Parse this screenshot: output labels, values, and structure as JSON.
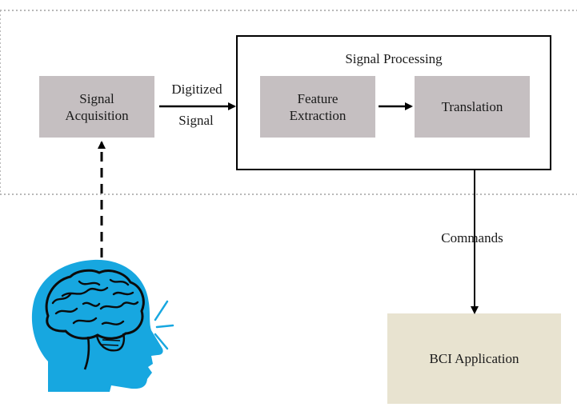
{
  "diagram": {
    "signal_acquisition": {
      "line1": "Signal",
      "line2": "Acquisition"
    },
    "digitized_signal": {
      "line1": "Digitized",
      "line2": "Signal"
    },
    "signal_processing": {
      "title": "Signal Processing",
      "feature_extraction": {
        "line1": "Feature",
        "line2": "Extraction"
      },
      "translation": "Translation"
    },
    "commands": "Commands",
    "bci_application": "BCI Application"
  },
  "colors": {
    "block_gray": "#c5bfc1",
    "block_beige": "#e8e3d0",
    "head_blue": "#17a7e0",
    "brain_outline": "#0b0b0b",
    "dotted_border": "#b8b8b8"
  },
  "icons": {
    "head": "human-head-with-brain-icon",
    "signal_waves": "signal-emission-icon"
  }
}
